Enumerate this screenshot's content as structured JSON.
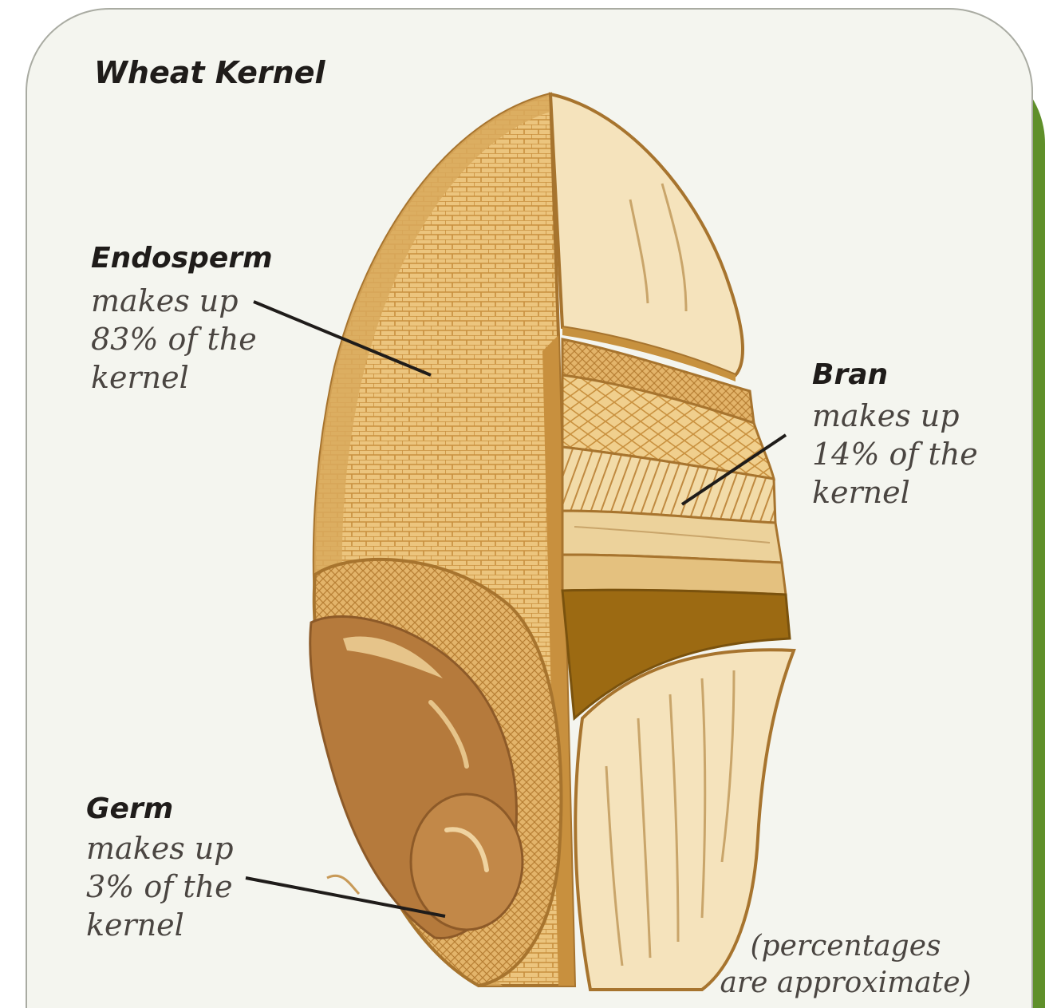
{
  "title": "Wheat Kernel",
  "labels": {
    "endosperm": {
      "name": "Endosperm",
      "lines": [
        "makes up",
        "83% of the",
        "kernel"
      ]
    },
    "bran": {
      "name": "Bran",
      "lines": [
        "makes up",
        "14% of the",
        "kernel"
      ]
    },
    "germ": {
      "name": "Germ",
      "lines": [
        "makes up",
        "3% of the",
        "kernel"
      ]
    }
  },
  "note": {
    "line1": "(percentages",
    "line2": "are approximate)"
  },
  "colors": {
    "card_background": "#f4f5ef",
    "frame_shadow": "#5f8f2a",
    "endosperm": "#e9c07a",
    "endosperm_grid": "#c98f3c",
    "cut_face": "#f5e3bc",
    "germ": "#b57a3c",
    "bran_dark": "#9c6a12",
    "leader_line": "#1f1c1a"
  }
}
